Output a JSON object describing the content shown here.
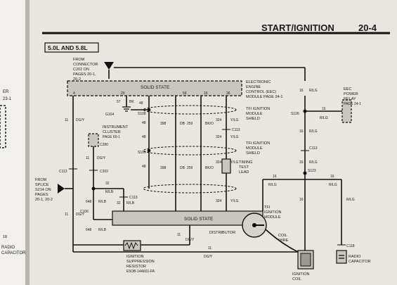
{
  "header": {
    "title": "START/IGNITION",
    "page_number": "20-4"
  },
  "engine_label": "5.0L AND 5.8L",
  "from_connector": {
    "line1": "FROM",
    "line2": "CONNECTOR",
    "line3": "C202 ON",
    "line4": "PAGES 20-1,",
    "line5": "20-2"
  },
  "eec_module": {
    "label": "SOLID STATE",
    "pins": [
      "4",
      "20",
      "56",
      "16",
      "36"
    ],
    "title1": "ELECTRONIC",
    "title2": "ENGINE",
    "title3": "CONTROL (EEC)",
    "title4": "MODULE PAGE 24-1"
  },
  "eec_power_relay": {
    "line1": "EEC",
    "line2": "POWER",
    "line3": "RELAY",
    "line4": "PAGE 24-1"
  },
  "left_margin": {
    "er": "ER",
    "page": "23-1",
    "radio": "RADIO",
    "capacitor": "CAPACITOR",
    "num": "18"
  },
  "shields": {
    "tfi_shield_1a": "TFI IGNITION",
    "tfi_shield_1b": "MODULE",
    "tfi_shield_1c": "SHIELD",
    "tfi_shield_2a": "TFI IGNITION",
    "tfi_shield_2b": "MODULE",
    "tfi_shield_2c": "SHIELD"
  },
  "timing_lead": {
    "line1": "TIMING",
    "line2": "TEST",
    "line3": "LEAD"
  },
  "instrument_cluster": {
    "line1": "INSTRUMENT",
    "line2": "CLUSTER",
    "line3": "PAGE 60-1"
  },
  "from_splice": {
    "line1": "FROM",
    "line2": "SPLICE",
    "line3": "S214 ON",
    "line4": "PAGES",
    "line5": "20-1, 20-2"
  },
  "tfi_module": {
    "label": "SOLID STATE",
    "title1": "TFI",
    "title2": "IGNITION",
    "title3": "MODULE"
  },
  "distributor": "DISTRIBUTOR",
  "coil_wire": {
    "line1": "COIL",
    "line2": "WIRE"
  },
  "ignition_coil": {
    "line1": "IGNITION",
    "line2": "COIL"
  },
  "radio_capacitor": {
    "line1": "RADIO",
    "line2": "CAPACITOR"
  },
  "resistor": {
    "line1": "IGNITION",
    "line2": "SUPPRESSION",
    "line3": "RESISTOR",
    "line4": "E5OB-14A601-FA"
  },
  "connectors": {
    "g104": "G104",
    "s108": "S108",
    "s109": "S109",
    "s126": "S126",
    "c113a": "C113",
    "c113b": "C113",
    "c113c": "C113",
    "c113d": "C113",
    "s123": "S123",
    "c202": "C202",
    "c280": "C280",
    "c106": "C106",
    "c118": "C118"
  },
  "wires": {
    "w57": "57",
    "bk": "BK",
    "w48a": "48",
    "w48b": "48",
    "w48c": "48",
    "w48d": "48",
    "w11a": "11",
    "dgya": "DG/Y",
    "w11b": "11",
    "dgyb": "DG/Y",
    "w11c": "11",
    "dgyc": "DG/Y",
    "w11d": "11",
    "dgyd": "DG/Y",
    "w398a": "398",
    "dba": "DB",
    "w259a": "259",
    "bkoa": "BK/O",
    "w324a": "324",
    "ylga": "Y/LG",
    "w324b": "324",
    "ylgb": "Y/LG",
    "w398b": "398",
    "dbb": "DB",
    "w259b": "259",
    "bkob": "BK/O",
    "w324c": "324",
    "ylgc": "Y/LG",
    "w324d": "324",
    "ylgd": "Y/LG",
    "w16a": "16",
    "rlga": "R/LG",
    "w16b": "16",
    "rlgb": "R/LG",
    "w16c": "16",
    "rlgc": "R/LG",
    "w16d": "16",
    "rlgd": "R/LG",
    "w16e": "16",
    "rlge": "R/LG",
    "w16f": "16",
    "rlgf": "R/LG",
    "w16g": "16",
    "rlgg": "R/LG",
    "w32a": "32",
    "rlb1": "R/LB",
    "w32b": "32",
    "rlb2": "R/LB",
    "w648a": "648",
    "rlb3": "R/LB",
    "w648b": "648",
    "rlb4": "R/LB"
  }
}
